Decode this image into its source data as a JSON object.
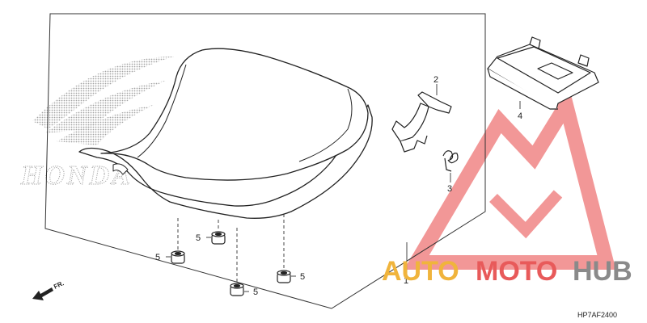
{
  "brand_logo_text": "HONDA",
  "watermark": {
    "part1": "AUTO",
    "part2": "MOTO",
    "part3": "HUB",
    "colors": {
      "orange": "#f0b43c",
      "red": "#e85a5a",
      "gray": "#8a8a8a",
      "triangle": "#f08585"
    }
  },
  "direction_label": "FR.",
  "diagram_code": "HP7AF2400",
  "callouts": {
    "c1": "1",
    "c2": "2",
    "c3": "3",
    "c4": "4",
    "c5a": "5",
    "c5b": "5",
    "c5c": "5",
    "c5d": "5"
  }
}
